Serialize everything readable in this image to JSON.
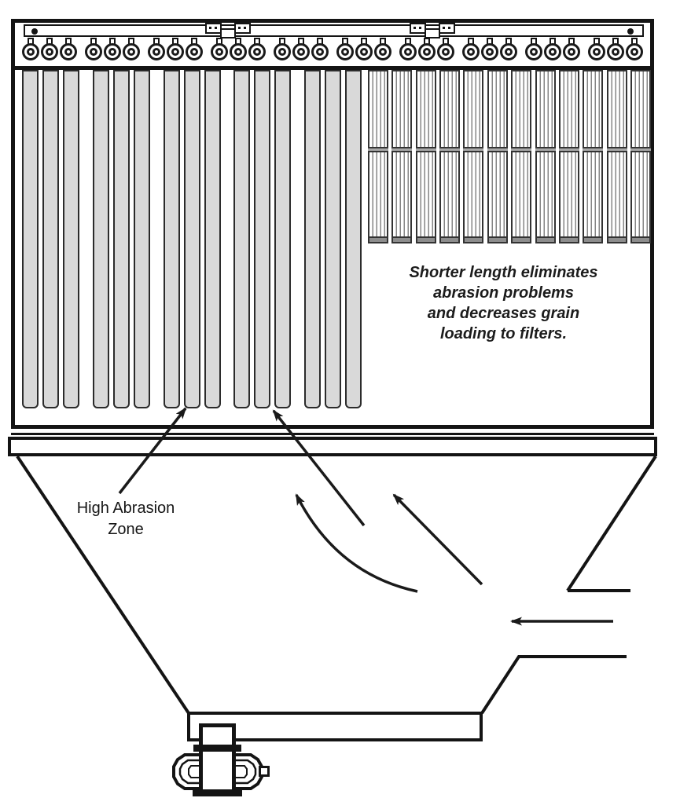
{
  "diagram": {
    "annotations": {
      "abrasion_label": {
        "line1": "High Abrasion",
        "line2": "Zone"
      },
      "note": {
        "lines": [
          "Shorter length eliminates",
          "abrasion problems",
          "and decreases grain",
          "loading to filters."
        ]
      }
    },
    "components": {
      "fitting_groups": 10,
      "fittings_per_group": 3,
      "bag_groups": 5,
      "bags_per_group": 3,
      "short_filter_count": 12,
      "rail_joint_count": 2
    },
    "colors": {
      "line": "#1a1a1a",
      "long_bag_fill": "#d9d9d9",
      "filter_band_fill": "#a8a8a8",
      "background": "#ffffff"
    }
  }
}
